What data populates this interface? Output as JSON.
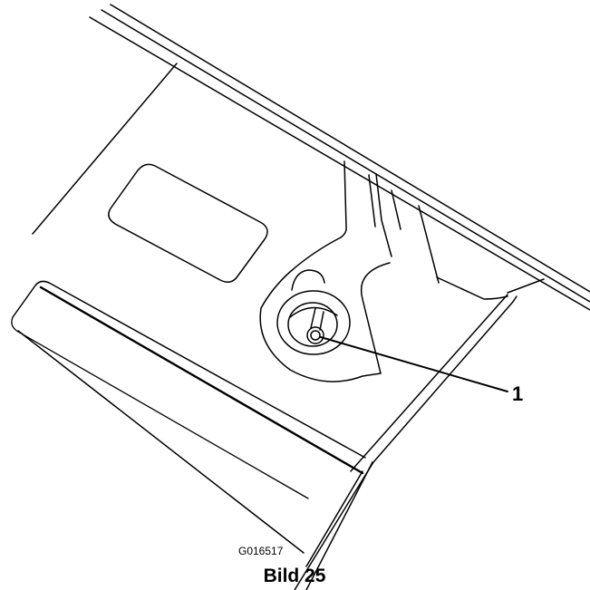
{
  "figure": {
    "callout": "1",
    "part_code": "G016517",
    "caption": "Bild 25"
  }
}
